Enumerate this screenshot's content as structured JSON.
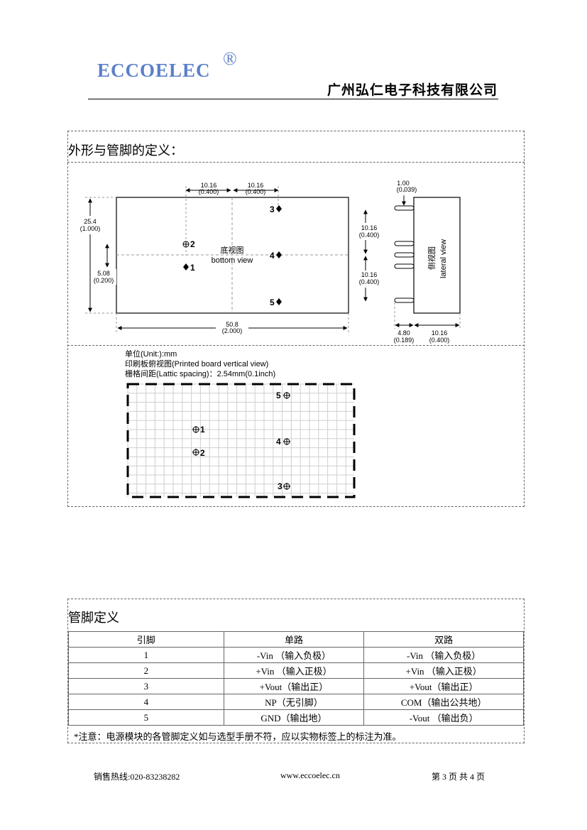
{
  "header": {
    "logo": "ECCOELEC",
    "logo_mark": "®",
    "company": "广州弘仁电子科技有限公司"
  },
  "outline": {
    "title": "外形与管脚的定义：",
    "dims": {
      "top_a": "10.16",
      "top_a_in": "(0.400)",
      "top_b": "10.16",
      "top_b_in": "(0.400)",
      "left_h": "25.4",
      "left_h_in": "(1.000)",
      "left_s": "5.08",
      "left_s_in": "(0.200)",
      "right_a": "10.16",
      "right_a_in": "(0.400)",
      "right_b": "10.16",
      "right_b_in": "(0.400)",
      "width": "50.8",
      "width_in": "(2.000)",
      "side_top": "1.00",
      "side_top_in": "(0.039)",
      "side_a": "4.80",
      "side_a_in": "(0.189)",
      "side_b": "10.16",
      "side_b_in": "(0.400)"
    },
    "bottom_view_cn": "底视图",
    "bottom_view_en": "bottom view",
    "side_view_cn": "侧视图",
    "side_view_en": "lateral view",
    "pins": [
      "1",
      "2",
      "3",
      "4",
      "5"
    ]
  },
  "pcb": {
    "unit": "单位(Unit:):mm",
    "view": "印刷板俯视图(Printed board vertical view)",
    "spacing": "栅格间距(Lattic spacing)：2.54mm(0.1inch)",
    "pins": [
      "5",
      "1",
      "4",
      "2",
      "3"
    ]
  },
  "pin_table": {
    "title": "管脚定义",
    "headers": [
      "引脚",
      "单路",
      "双路"
    ],
    "rows": [
      [
        "1",
        "-Vin （输入负极）",
        "-Vin （输入负极）"
      ],
      [
        "2",
        "+Vin （输入正极）",
        "+Vin （输入正极）"
      ],
      [
        "3",
        "+Vout（输出正）",
        "+Vout（输出正）"
      ],
      [
        "4",
        "NP（无引脚）",
        "COM（输出公共地）"
      ],
      [
        "5",
        "GND（输出地）",
        "-Vout （输出负）"
      ]
    ],
    "note": "*注意：电源模块的各管脚定义如与选型手册不符，应以实物标签上的标注为准。"
  },
  "footer": {
    "hotline": "销售热线:020-83238282",
    "website": "www.eccoelec.cn",
    "page": "第 3 页 共 4 页"
  }
}
